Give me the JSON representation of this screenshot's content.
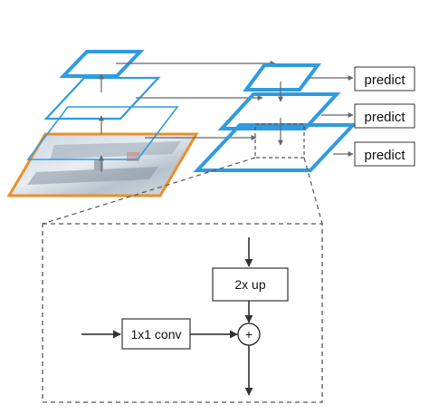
{
  "predictions": [
    "predict",
    "predict",
    "predict"
  ],
  "detail": {
    "upsample_label": "2x up",
    "lateral_label": "1x1 conv",
    "merge_symbol": "+"
  },
  "colors": {
    "pyramid_blue": "#2f9be0",
    "input_orange": "#e9902a",
    "arrow": "#444444",
    "dashed": "#555555",
    "box_border": "#333333"
  }
}
